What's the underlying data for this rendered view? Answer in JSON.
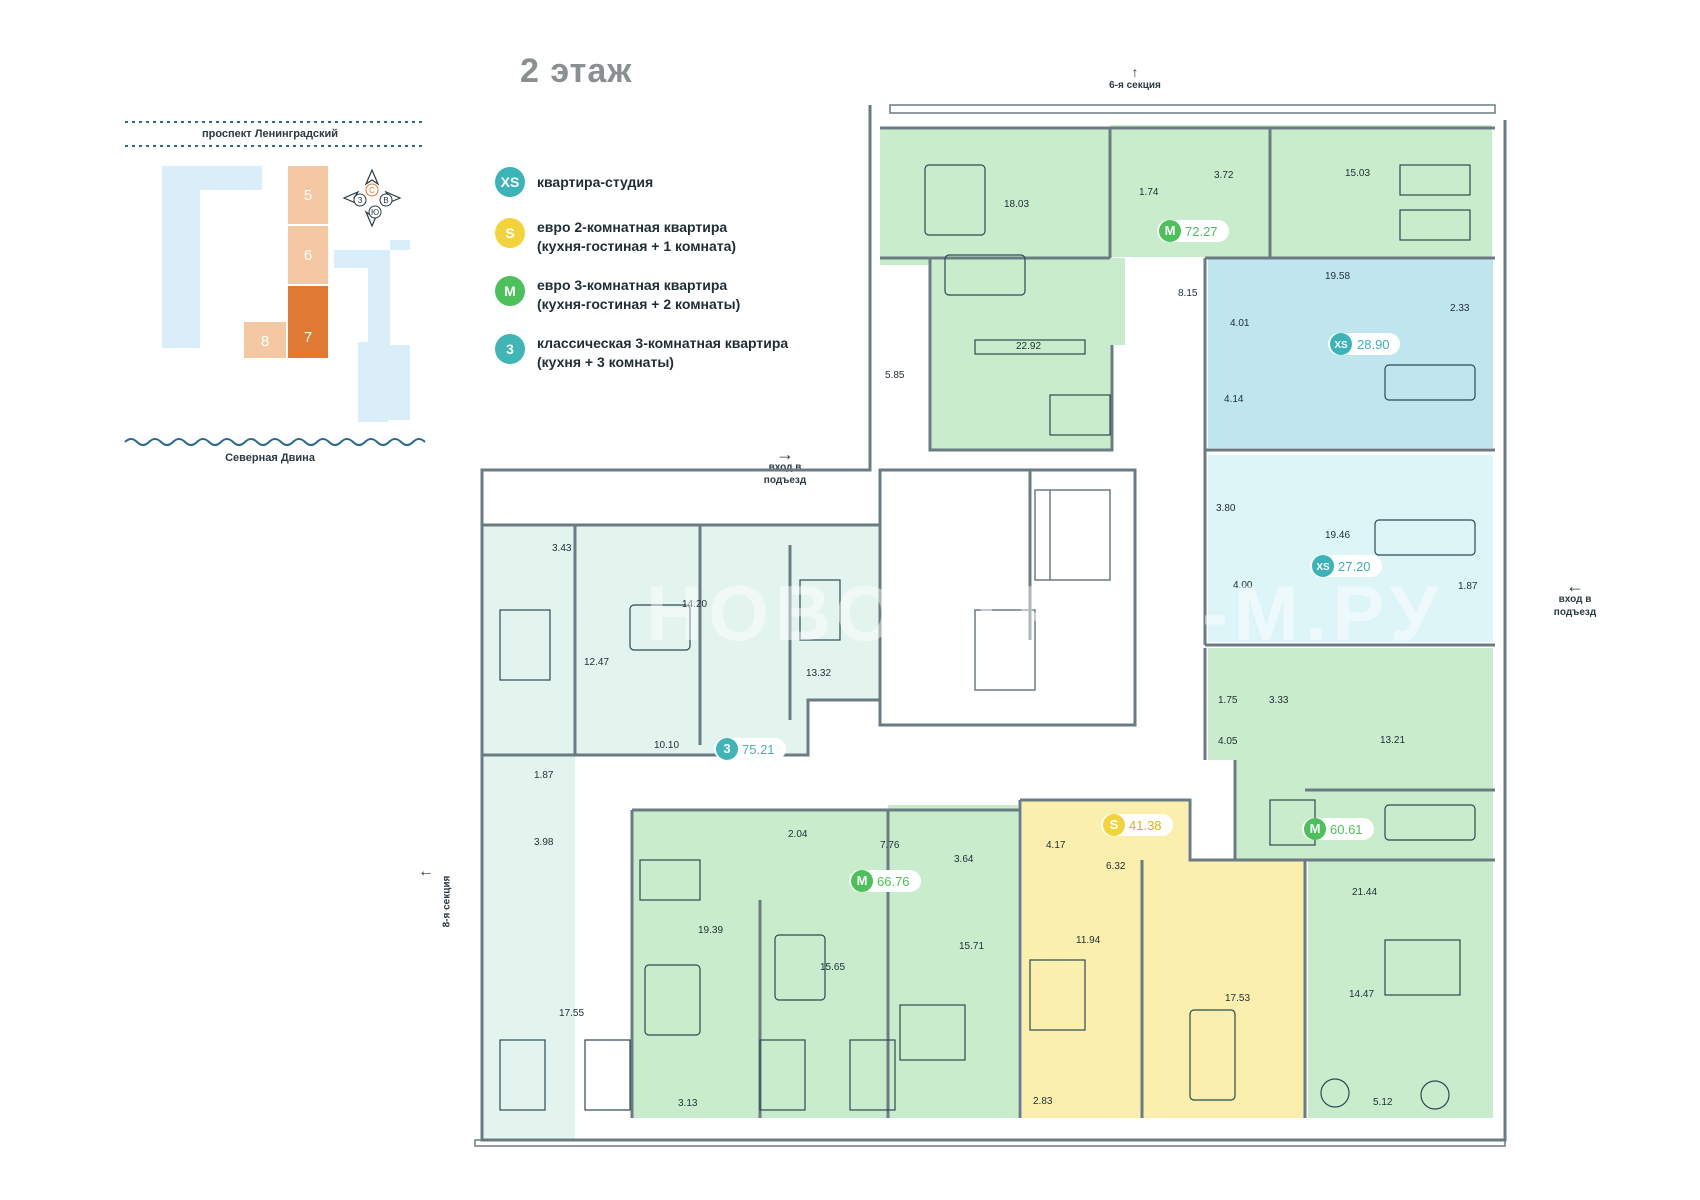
{
  "floor_title": "2  этаж",
  "site_plan": {
    "street_top": "проспект Ленинградский",
    "river_bottom": "Северная Двина",
    "sections": [
      "5",
      "6",
      "7",
      "8"
    ],
    "compass": {
      "north": "С",
      "east": "В",
      "south": "Ю",
      "west": "З"
    }
  },
  "legend": [
    {
      "badge": "XS",
      "color": "#3bb3b8",
      "lines": [
        "квартира-студия"
      ]
    },
    {
      "badge": "S",
      "color": "#f2d33b",
      "lines": [
        "евро 2-комнатная квартира",
        "(кухня-гостиная + 1 комната)"
      ]
    },
    {
      "badge": "M",
      "color": "#4cc05a",
      "lines": [
        "евро 3-комнатная квартира",
        "(кухня-гостиная + 2 комнаты)"
      ]
    },
    {
      "badge": "3",
      "color": "#3fb5b6",
      "lines": [
        "классическая 3-комнатная квартира",
        "(кухня + 3 комнаты)"
      ]
    }
  ],
  "labels": {
    "section6": "6-я секция",
    "section8": "8-я секция",
    "entrance_left": [
      "вход в",
      "подъезд"
    ],
    "entrance_right": [
      "вход в",
      "подъезд"
    ]
  },
  "apartments": [
    {
      "type": "M",
      "area": "72.27",
      "color": "#c9edcc"
    },
    {
      "type": "XS",
      "area": "28.90",
      "color": "#bfe6ef"
    },
    {
      "type": "XS",
      "area": "27.20",
      "color": "#def5f8"
    },
    {
      "type": "3",
      "area": "75.21",
      "color": "#e3f4ee"
    },
    {
      "type": "M",
      "area": "66.76",
      "color": "#c9edcc"
    },
    {
      "type": "S",
      "area": "41.38",
      "color": "#fbefae"
    },
    {
      "type": "M",
      "area": "60.61",
      "color": "#c9edcc"
    }
  ],
  "rooms": [
    "18.03",
    "1.74",
    "3.72",
    "15.03",
    "5.85",
    "22.92",
    "8.15",
    "4.01",
    "19.58",
    "2.33",
    "4.14",
    "3.80",
    "19.46",
    "4.00",
    "1.87",
    "3.43",
    "14.20",
    "13.32",
    "12.47",
    "10.10",
    "1.87",
    "3.98",
    "17.55",
    "19.39",
    "2.04",
    "7.76",
    "3.64",
    "15.65",
    "15.71",
    "3.13",
    "1.75",
    "3.33",
    "4.05",
    "13.21",
    "4.17",
    "6.32",
    "11.94",
    "17.53",
    "2.83",
    "21.44",
    "14.47",
    "5.12"
  ],
  "watermark": "НОВОСТРОЙ-М.РУ",
  "colors": {
    "green": "#c9edcc",
    "blue": "#bfe6ef",
    "lightblue": "#def5f8",
    "mint": "#e3f4ee",
    "yellow": "#fbefae",
    "wall": "#6a7b83",
    "sectionlight": "#daeefa",
    "sectionpeach": "#f5c8a4",
    "sectionorange": "#e07a33"
  }
}
